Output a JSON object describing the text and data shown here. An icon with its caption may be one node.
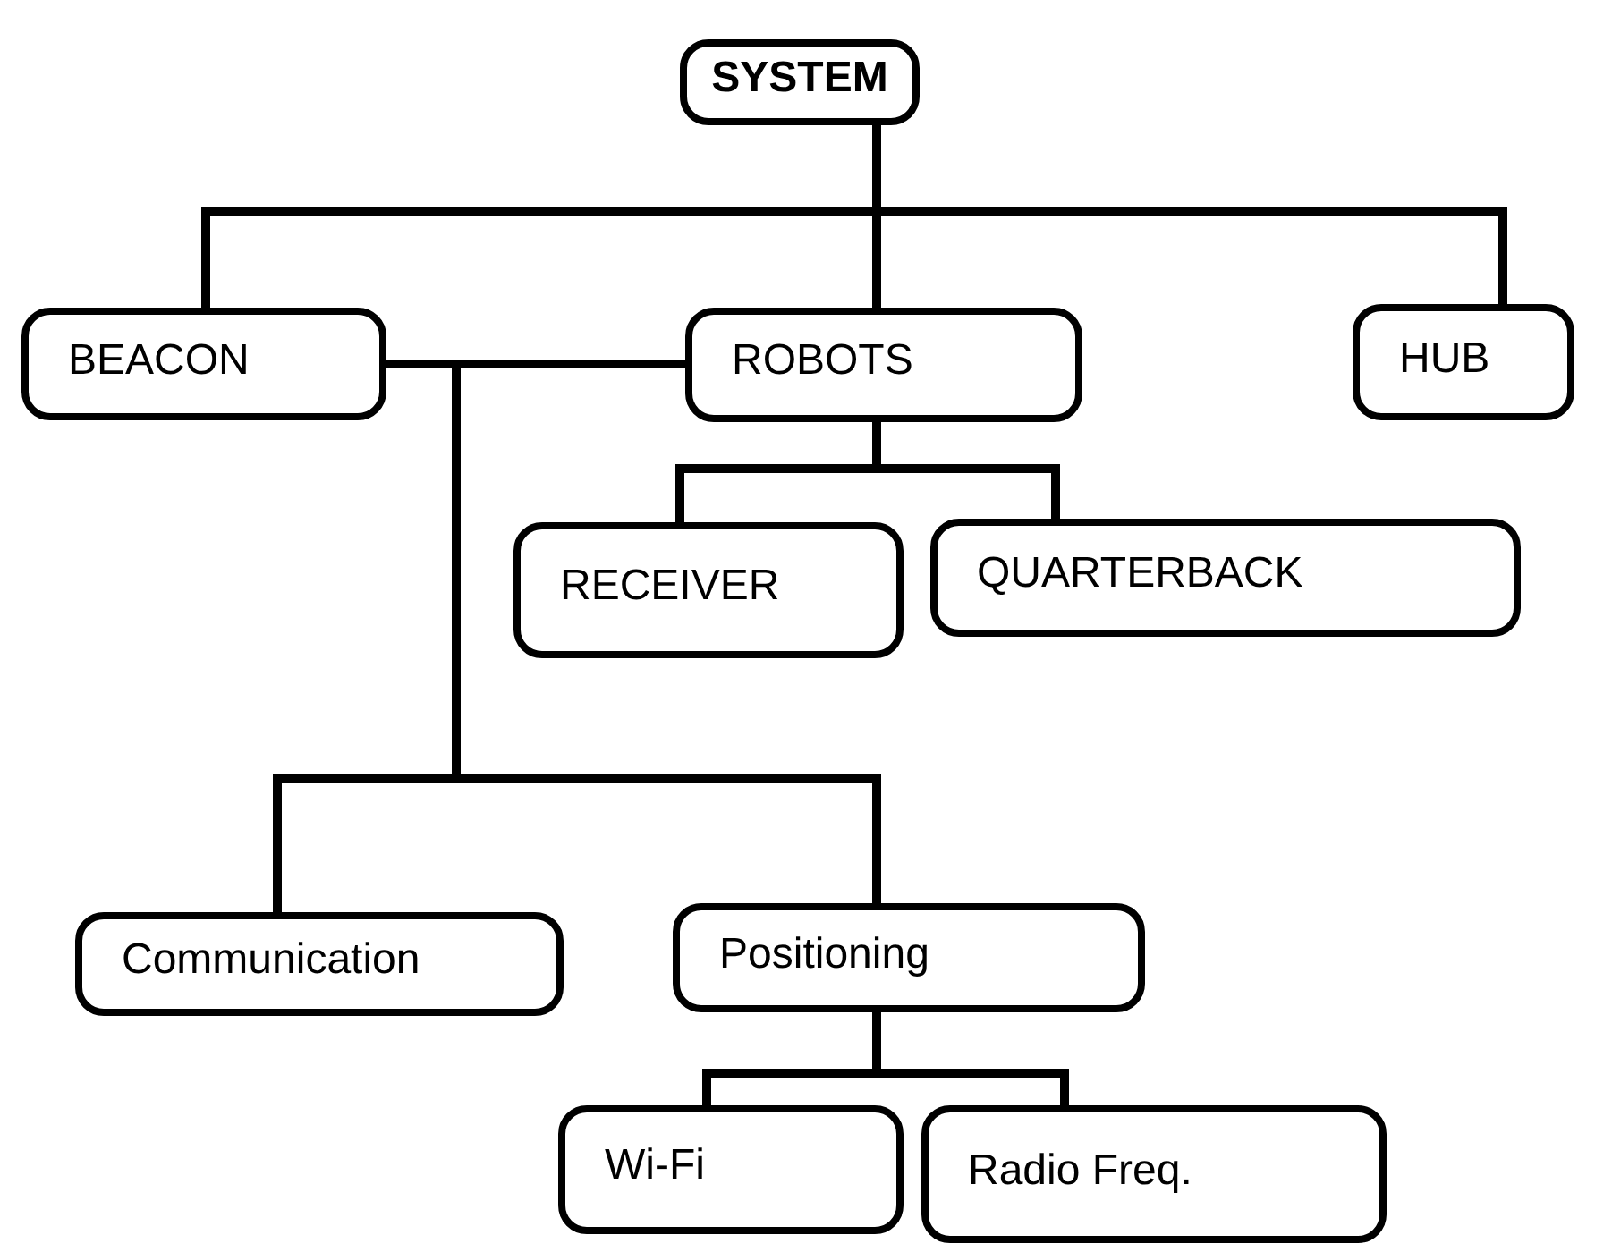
{
  "diagram": {
    "nodes": [
      {
        "text": [
          "SYSTEM"
        ]
      },
      {
        "text": [
          "BEACON"
        ]
      },
      {
        "text": [
          "ROBOTS"
        ]
      },
      {
        "text": [
          "HUB"
        ]
      },
      {
        "text": [
          "RECEIVER"
        ]
      },
      {
        "text": [
          "QUARTERBACK"
        ]
      },
      {
        "text": [
          "Communication"
        ]
      },
      {
        "text": [
          "Positioning"
        ]
      },
      {
        "text": [
          "Wi-Fi"
        ]
      },
      {
        "text": [
          "Radio Freq."
        ]
      }
    ],
    "edges": [
      {
        "from": 0,
        "to": 1,
        "arrow": "none"
      },
      {
        "from": 0,
        "to": 2,
        "arrow": "none"
      },
      {
        "from": 0,
        "to": 3,
        "arrow": "none"
      },
      {
        "from": 2,
        "to": 4,
        "arrow": "none"
      },
      {
        "from": 2,
        "to": 5,
        "arrow": "none"
      },
      {
        "from": 1,
        "to": 2,
        "arrow": "none"
      },
      {
        "from": 1,
        "to": 6,
        "arrow": "none"
      },
      {
        "from": 1,
        "to": 7,
        "arrow": "none"
      },
      {
        "from": 7,
        "to": 8,
        "arrow": "none"
      },
      {
        "from": 7,
        "to": 9,
        "arrow": "none"
      }
    ]
  }
}
